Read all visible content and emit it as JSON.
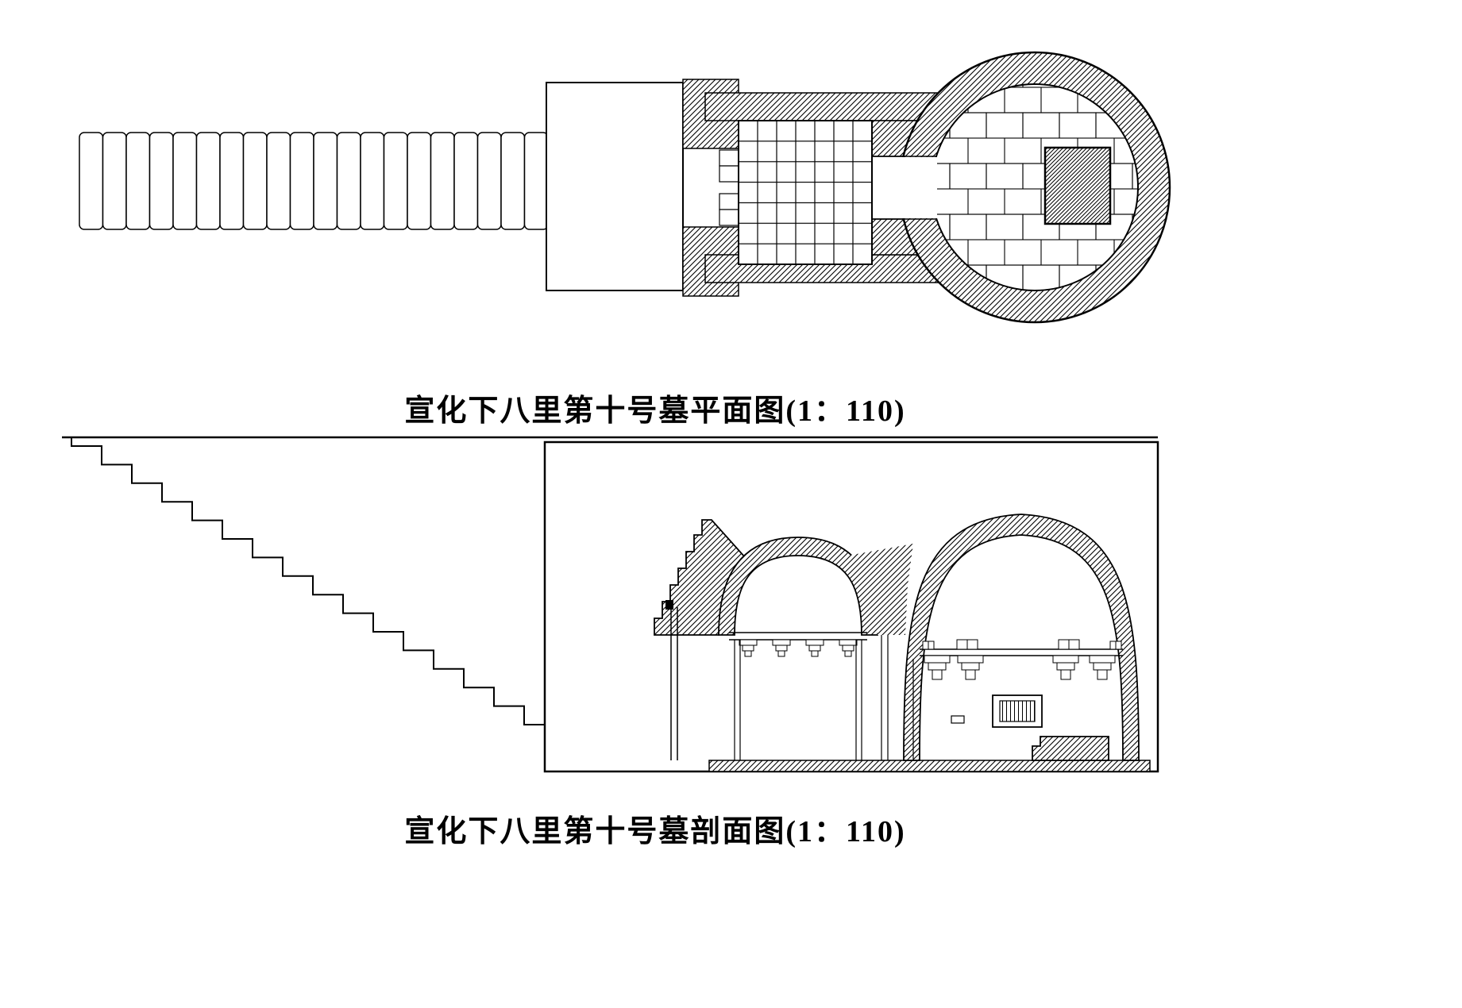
{
  "page": {
    "background": "#ffffff",
    "ink": "#000000"
  },
  "figures": [
    {
      "id": "plan",
      "caption": "宣化下八里第十号墓平面图(1：110)"
    },
    {
      "id": "section",
      "caption": "宣化下八里第十号墓剖面图(1：110)"
    }
  ]
}
